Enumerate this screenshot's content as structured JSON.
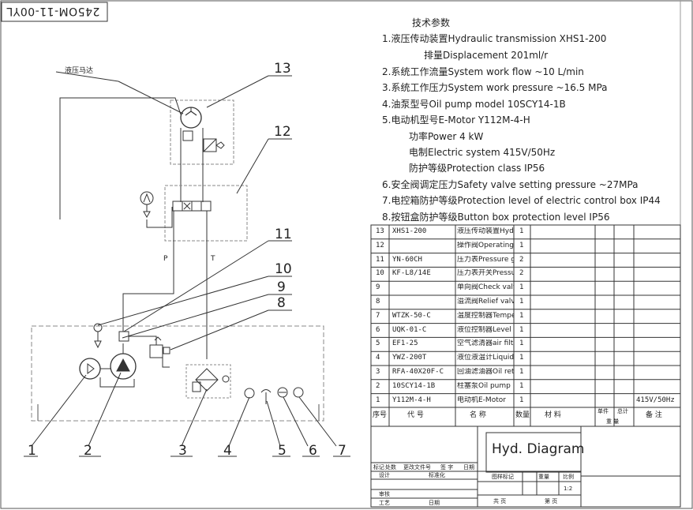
{
  "drawing_code": "245OM-11-00YL",
  "motor_callout": "液压马达",
  "tech_params": {
    "heading": "技术参数",
    "lines": [
      "1.液压传动装置Hydraulic transmission  XHS1-200",
      "排量Displacement          201ml/r",
      "2.系统工作流量System work flow        ~10  L/min",
      "3.系统工作压力System work pressure  ~16.5  MPa",
      "4.油泵型号Oil pump model                10SCY14-1B",
      "5.电动机型号E-Motor               Y112M-4-H",
      "功率Power                  4  kW",
      "电制Electric system     415V/50Hz",
      "防护等级Protection class    IP56",
      "6.安全阀调定压力Safety valve setting pressure  ~27MPa",
      "7.电控箱防护等级Protection level of electric control box  IP44",
      "8.按钮盒防护等级Button box protection level    IP56"
    ]
  },
  "bom": {
    "rows": [
      {
        "no": "13",
        "code": "XHS1-200",
        "name": "液压传动装置Hydraulic transmission",
        "qty": "1",
        "remark": ""
      },
      {
        "no": "12",
        "code": "",
        "name": "操作阀Operating valve",
        "qty": "1",
        "remark": ""
      },
      {
        "no": "11",
        "code": "YN-60CH",
        "name": "压力表Pressure gauge",
        "qty": "2",
        "remark": ""
      },
      {
        "no": "10",
        "code": "KF-L8/14E",
        "name": "压力表开关Pressure gauge switch",
        "qty": "2",
        "remark": ""
      },
      {
        "no": "9",
        "code": "",
        "name": "单向阀Check valve",
        "qty": "1",
        "remark": ""
      },
      {
        "no": "8",
        "code": "",
        "name": "溢流阀Relief valve",
        "qty": "1",
        "remark": ""
      },
      {
        "no": "7",
        "code": "WTZK-50-C",
        "name": "温度控制器Temperature Controller",
        "qty": "1",
        "remark": ""
      },
      {
        "no": "6",
        "code": "UQK-01-C",
        "name": "液位控制器Level controller",
        "qty": "1",
        "remark": ""
      },
      {
        "no": "5",
        "code": "EF1-25",
        "name": "空气滤清器air filter",
        "qty": "1",
        "remark": ""
      },
      {
        "no": "4",
        "code": "YWZ-200T",
        "name": "液位液温计Liquid level thermometer",
        "qty": "1",
        "remark": ""
      },
      {
        "no": "3",
        "code": "RFA-40X20F-C",
        "name": "回油滤油器Oil return filter",
        "qty": "1",
        "remark": ""
      },
      {
        "no": "2",
        "code": "10SCY14-1B",
        "name": "柱塞泵Oil pump",
        "qty": "1",
        "remark": ""
      },
      {
        "no": "1",
        "code": "Y112M-4-H",
        "name": "电动机E-Motor",
        "qty": "1",
        "remark": "415V/50Hz"
      }
    ],
    "headers": {
      "no": "序号",
      "code": "代  号",
      "name": "名  称",
      "qty": "数量",
      "material": "材  料",
      "unit_weight": "单件",
      "total_weight": "总计",
      "weight": "重  量",
      "remark": "备  注"
    }
  },
  "title_block": {
    "drawing_title": "Hyd. Diagram",
    "labels": {
      "mark": "标记",
      "count": "处数",
      "change_doc": "更改文件号",
      "signature": "签 字",
      "date": "日期",
      "design": "设计",
      "standardize": "标准化",
      "stage_mark": "图样标记",
      "weight": "重量",
      "scale": "比例",
      "review": "审核",
      "process": "工艺",
      "date2": "日期",
      "total": "共    页",
      "sheet": "第    页"
    },
    "scale_value": "1:2"
  },
  "diagram_labels": {
    "p_line": "P",
    "t_line": "T"
  },
  "callouts": [
    "1",
    "2",
    "3",
    "4",
    "5",
    "6",
    "7",
    "8",
    "9",
    "10",
    "11",
    "12",
    "13"
  ]
}
